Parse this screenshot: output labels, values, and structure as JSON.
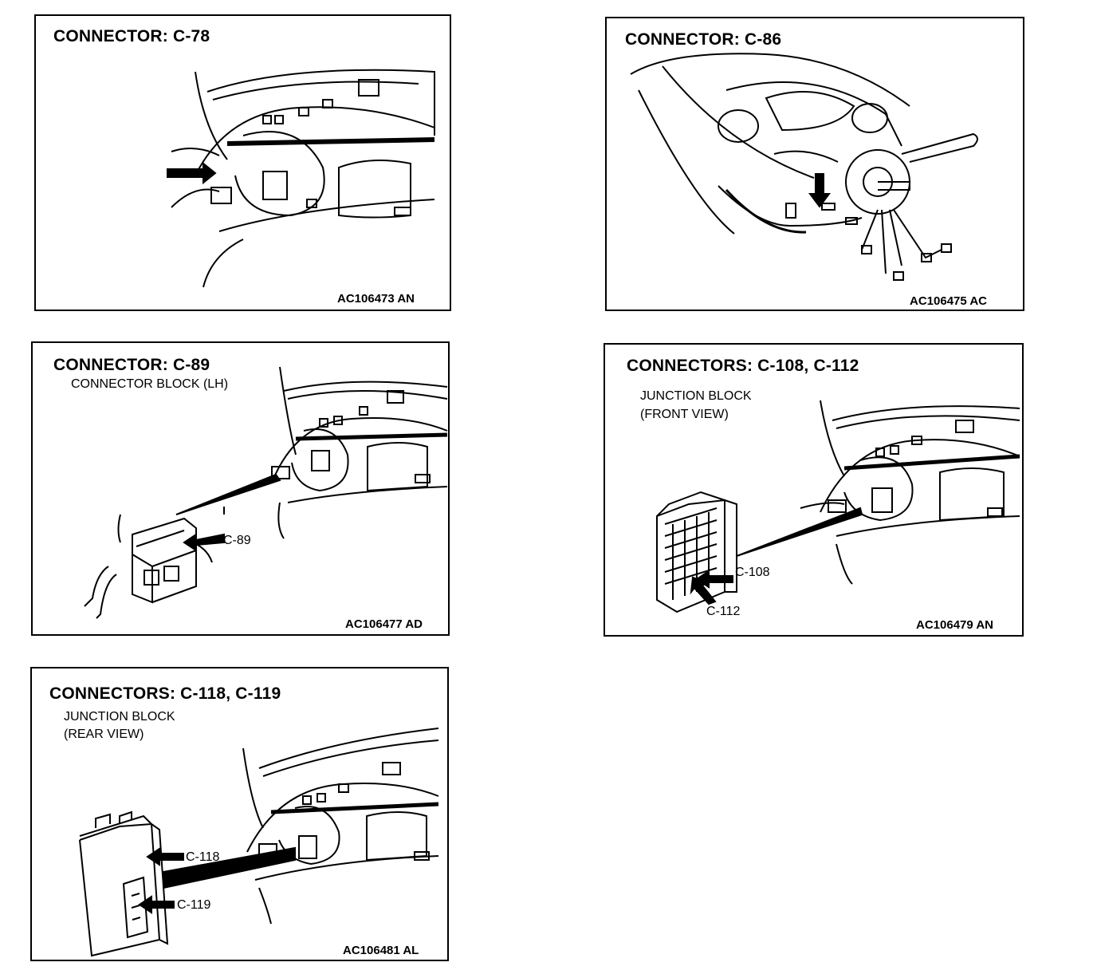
{
  "panels": [
    {
      "title": "CONNECTOR: C-78",
      "code": "AC106473 AN"
    },
    {
      "title": "CONNECTOR: C-86",
      "code": "AC106475 AC"
    },
    {
      "title": "CONNECTOR: C-89",
      "subtitle": "CONNECTOR BLOCK (LH)",
      "callouts": [
        "C-89"
      ],
      "code": "AC106477 AD"
    },
    {
      "title": "CONNECTORS: C-108, C-112",
      "subtitle_line1": "JUNCTION BLOCK",
      "subtitle_line2": "(FRONT VIEW)",
      "callouts": [
        "C-108",
        "C-112"
      ],
      "code": "AC106479 AN"
    },
    {
      "title": "CONNECTORS: C-118, C-119",
      "subtitle_line1": "JUNCTION BLOCK",
      "subtitle_line2": "(REAR VIEW)",
      "callouts": [
        "C-118",
        "C-119"
      ],
      "code": "AC106481 AL"
    }
  ]
}
